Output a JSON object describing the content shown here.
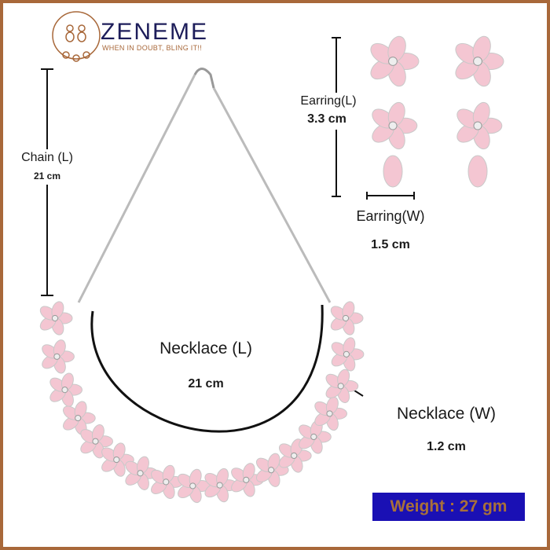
{
  "brand": {
    "name": "ZENEME",
    "tagline": "WHEN IN DOUBT, BLING IT!!"
  },
  "measurements": {
    "chain_label": "Chain (L)",
    "chain_value": "21 cm",
    "earring_length_label": "Earring(L)",
    "earring_length_value": "3.3 cm",
    "earring_width_label": "Earring(W)",
    "earring_width_value": "1.5 cm",
    "necklace_length_label": "Necklace (L)",
    "necklace_length_value": "21 cm",
    "necklace_width_label": "Necklace (W)",
    "necklace_width_value": "1.2 cm"
  },
  "weight": "Weight : 27 gm",
  "colors": {
    "border": "#a8683a",
    "petal": "#f4c6d2",
    "badge": "#1a10b4",
    "badge_text": "#a8703a"
  }
}
